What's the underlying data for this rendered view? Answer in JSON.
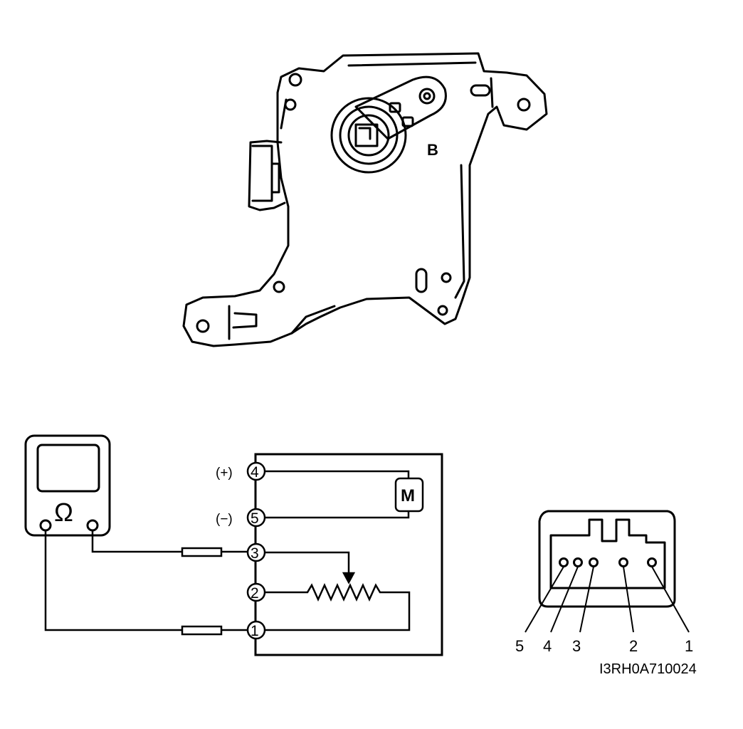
{
  "actuator": {
    "label": "B"
  },
  "meter": {
    "symbol": "Ω"
  },
  "circuit": {
    "terminals": [
      {
        "number": "4",
        "polarity": "(+)"
      },
      {
        "number": "5",
        "polarity": "(−)"
      },
      {
        "number": "3",
        "polarity": ""
      },
      {
        "number": "2",
        "polarity": ""
      },
      {
        "number": "1",
        "polarity": ""
      }
    ],
    "motor_label": "M"
  },
  "connector": {
    "pin_labels": [
      "5",
      "4",
      "3",
      "2",
      "1"
    ]
  },
  "figure_code": "I3RH0A710024",
  "colors": {
    "ink": "#000000",
    "background": "#ffffff"
  }
}
